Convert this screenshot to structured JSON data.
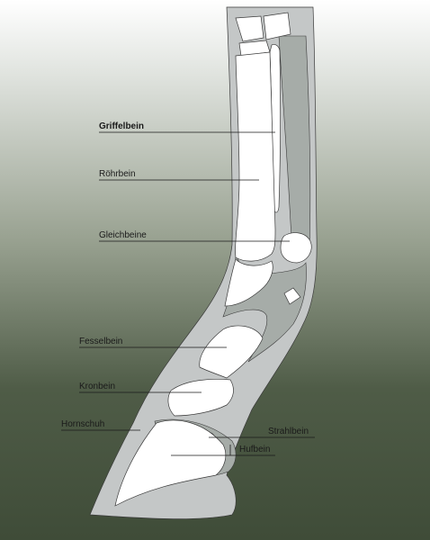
{
  "labels": {
    "griffelbein": "Griffelbein",
    "roehrbein": "Röhrbein",
    "gleichbeine": "Gleichbeine",
    "fesselbein": "Fesselbein",
    "kronbein": "Kronbein",
    "hornschuh": "Hornschuh",
    "strahlbein": "Strahlbein",
    "hufbein": "Hufbein"
  },
  "colors": {
    "background_top": "#ffffff",
    "background_bottom": "#3f4c38",
    "leg_outline": "#c4c7c7",
    "tissue": "#a6aca8",
    "bone": "#ffffff"
  }
}
